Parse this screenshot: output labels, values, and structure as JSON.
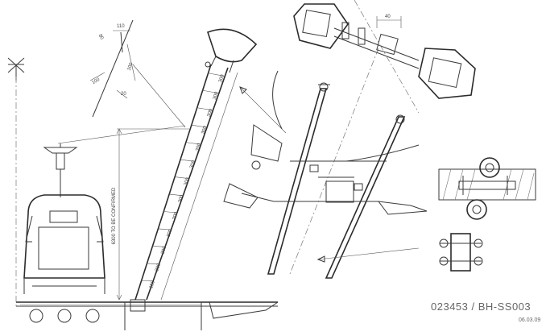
{
  "drawing": {
    "reference": "023453 / BH-SS003",
    "date": "06.03.09",
    "vertical_dimension": "6300 TO BE CONFIRMED",
    "ladder_marks": [
      "150",
      "300",
      "300",
      "300",
      "300",
      "300",
      "300",
      "300",
      "300",
      "300",
      "300",
      "300",
      "300"
    ],
    "detail_dimensions": [
      "110",
      "80",
      "100",
      "20",
      "100",
      "40"
    ]
  },
  "colors": {
    "line": "#3a3a3a",
    "text": "#666666",
    "background": "#ffffff"
  }
}
